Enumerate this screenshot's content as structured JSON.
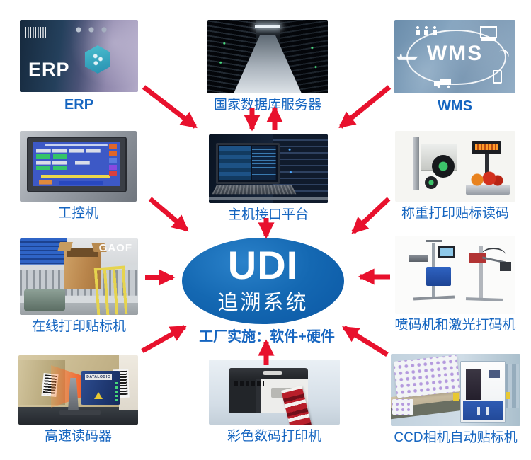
{
  "diagram": {
    "center": {
      "acronym": "UDI",
      "system_name": "追溯系统",
      "caption": "工厂实施：软件+硬件"
    },
    "colors": {
      "label_blue": "#1565c0",
      "arrow_red": "#e8112d",
      "ellipse_blue": "#0f62b0"
    },
    "nodes": [
      {
        "id": "erp",
        "label": "ERP",
        "overlay": "ERP"
      },
      {
        "id": "national-database-server",
        "label": "国家数据库服务器"
      },
      {
        "id": "wms",
        "label": "WMS",
        "overlay": "WMS"
      },
      {
        "id": "industrial-pc",
        "label": "工控机"
      },
      {
        "id": "host-interface-platform",
        "label": "主机接口平台"
      },
      {
        "id": "weigh-print-label-scan",
        "label": "称重打印贴标读码"
      },
      {
        "id": "online-print-labeler",
        "label": "在线打印贴标机",
        "overlay": "GAOF"
      },
      {
        "id": "inkjet-laser-coder",
        "label": "喷码机和激光打码机"
      },
      {
        "id": "high-speed-code-reader",
        "label": "高速读码器",
        "overlay": "DATALOGIC"
      },
      {
        "id": "color-digital-printer",
        "label": "彩色数码打印机"
      },
      {
        "id": "ccd-auto-labeler",
        "label": "CCD相机自动贴标机"
      }
    ]
  }
}
